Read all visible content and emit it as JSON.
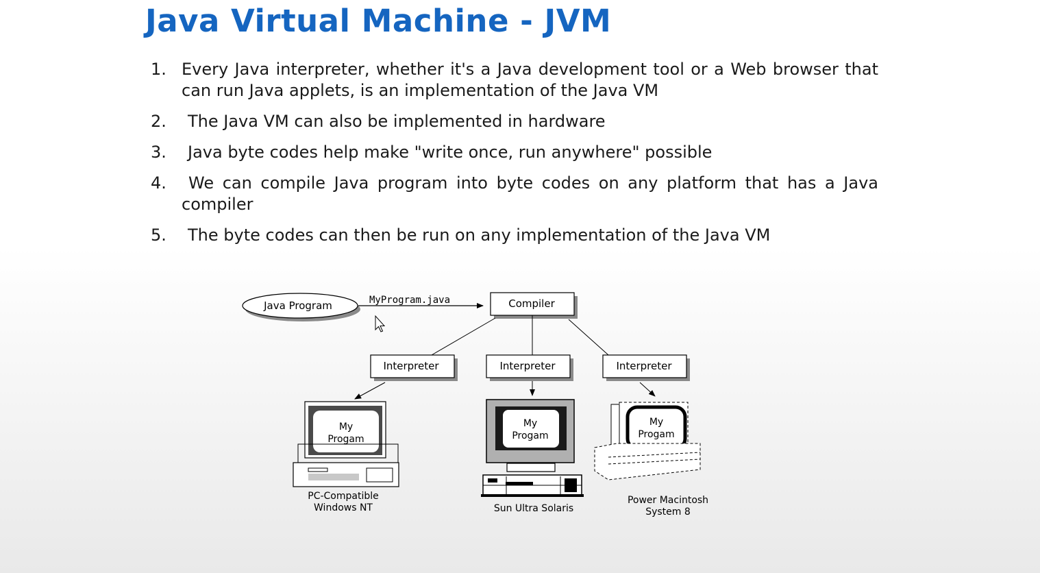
{
  "title": "Java Virtual Machine - JVM",
  "bullets": [
    {
      "num": "1.",
      "text": "Every Java interpreter, whether it's a Java development tool or a Web browser that can run Java applets, is an implementation of the Java VM"
    },
    {
      "num": "2.",
      "text": "The Java VM can also be implemented in hardware"
    },
    {
      "num": "3.",
      "text": "Java byte codes help make \"write once, run anywhere\" possible"
    },
    {
      "num": "4.",
      "text": "We can compile Java program into byte codes on any platform that has a Java compiler"
    },
    {
      "num": "5.",
      "text": "The byte codes can then be run on any implementation of the Java VM"
    }
  ],
  "diagram": {
    "source": "Java Program",
    "file_label": "MyProgram.java",
    "compiler": "Compiler",
    "interpreters": [
      "Interpreter",
      "Interpreter",
      "Interpreter"
    ],
    "screen_line1": "My",
    "screen_line2": "Progam",
    "platforms": [
      {
        "line1": "PC-Compatible",
        "line2": "Windows NT"
      },
      {
        "line1": "Sun Ultra Solaris",
        "line2": ""
      },
      {
        "line1": "Power Macintosh",
        "line2": "System 8"
      }
    ]
  }
}
